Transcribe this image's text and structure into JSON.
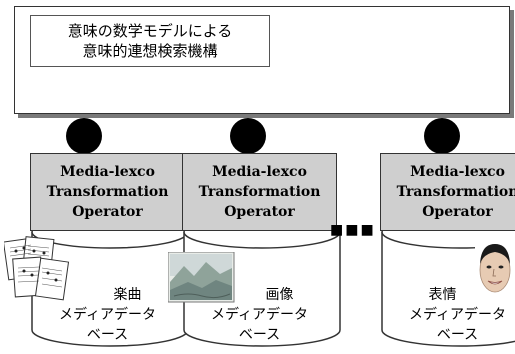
{
  "system": {
    "title_line1": "意味の数学モデルによる",
    "title_line2": "意味的連想検索機構"
  },
  "operators": [
    {
      "line1": "Media-lexco",
      "line2": "Transformation",
      "line3": "Operator"
    },
    {
      "line1": "Media-lexco",
      "line2": "Transformation",
      "line3": "Operator"
    },
    {
      "line1": "Media-lexco",
      "line2": "Transformation",
      "line3": "Operator"
    }
  ],
  "databases": [
    {
      "type": "楽曲",
      "line2": "メディアデータ",
      "line3": "ベース"
    },
    {
      "type": "画像",
      "line2": "メディアデータ",
      "line3": "ベース"
    },
    {
      "type": "表情",
      "line2": "メディアデータ",
      "line3": "ベース"
    }
  ],
  "ellipsis": "■■■",
  "icons": [
    "sheet-music-icon",
    "landscape-painting-icon",
    "face-photo-icon"
  ]
}
